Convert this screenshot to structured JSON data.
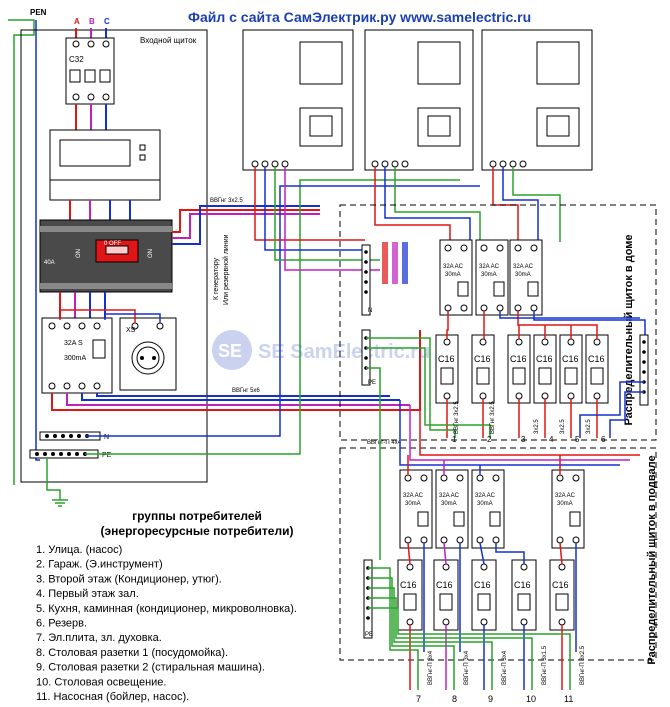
{
  "header": {
    "title": "Файл с сайта СамЭлектрик.ру www.samelectric.ru"
  },
  "inputs": {
    "pen": "PEN",
    "phase_a": "A",
    "phase_b": "B",
    "phase_c": "C"
  },
  "input_panel": {
    "title": "Входной щиток",
    "breaker_main": "C32",
    "switch_rating": "40A",
    "switch_state": "0 OFF",
    "switch_pos_1": "ON",
    "switch_pos_2": "ON",
    "rcd_label": "32A S",
    "rcd_ma": "300mA",
    "socket_label": "XS",
    "cable_top": "ВВГнг 3х2.5",
    "cable_mid": "ВВГнг 5х6",
    "generator_1": "К генератору",
    "generator_2": "Или резервной линии",
    "bus_n": "N",
    "bus_pe": "PE"
  },
  "house_panel": {
    "side_title": "Распределительный щиток в доме",
    "rcd": [
      "32A AC",
      "32A AC",
      "32A AC"
    ],
    "rcd_ma": [
      "30mA",
      "30mA",
      "30mA"
    ],
    "breakers": [
      "C16",
      "C16",
      "C16",
      "C16",
      "C16",
      "C16"
    ],
    "bus_n": "N",
    "bus_pe": "PE",
    "cable_in": "ВВГнг-П 4х4",
    "cables": [
      "ВВГнг 3х2.5",
      "ВВГнг 3х2.5",
      "3х2.5",
      "3х2.5",
      "3х2.5"
    ],
    "group_numbers": [
      "1",
      "2",
      "3",
      "4",
      "5",
      "6"
    ]
  },
  "basement_panel": {
    "side_title": "Распределительный щиток в подвале",
    "rcd": [
      "32A AC",
      "32A AC",
      "32A AC",
      "32A AC"
    ],
    "rcd_ma": [
      "30mA",
      "30mA",
      "30mA",
      "30mA"
    ],
    "breakers": [
      "C16",
      "C16",
      "C16",
      "C16",
      "C16"
    ],
    "bus_pe": "PE",
    "cables": [
      "ВВГнг-П 3х4",
      "ВВГнг-П 3х4",
      "ВВГнг-П 3х4",
      "ВВГнг-П 3х1.5",
      "ВВГнг-П 3х2.5"
    ],
    "group_numbers": [
      "7",
      "8",
      "9",
      "10",
      "11"
    ]
  },
  "watermark": "SE SamElectric.ru",
  "legend": {
    "title_1": "группы потребителей",
    "title_2": "(энергоресурсные потребители)",
    "items": [
      "1. Улица. (насос)",
      "2. Гараж. (Э.инструмент)",
      "3. Второй этаж (Кондиционер, утюг).",
      "4. Первый этаж зал.",
      "5. Кухня, каминная (кондиционер, микроволновка).",
      "6. Резерв.",
      "7. Эл.плита, зл. духовка.",
      "8. Столовая разетки 1 (посудомойка).",
      "9. Столовая разетки 2 (стиральная машина).",
      "10. Столовая освещение.",
      "11. Насосная (бойлер, насос)."
    ]
  },
  "colors": {
    "phase_a": "#e01515",
    "phase_b": "#c020c0",
    "phase_c": "#1530d0",
    "neutral": "#1530d0",
    "pe": "#2aa32a",
    "pe_alt": "#d8c000",
    "header": "#1a3fb0"
  }
}
